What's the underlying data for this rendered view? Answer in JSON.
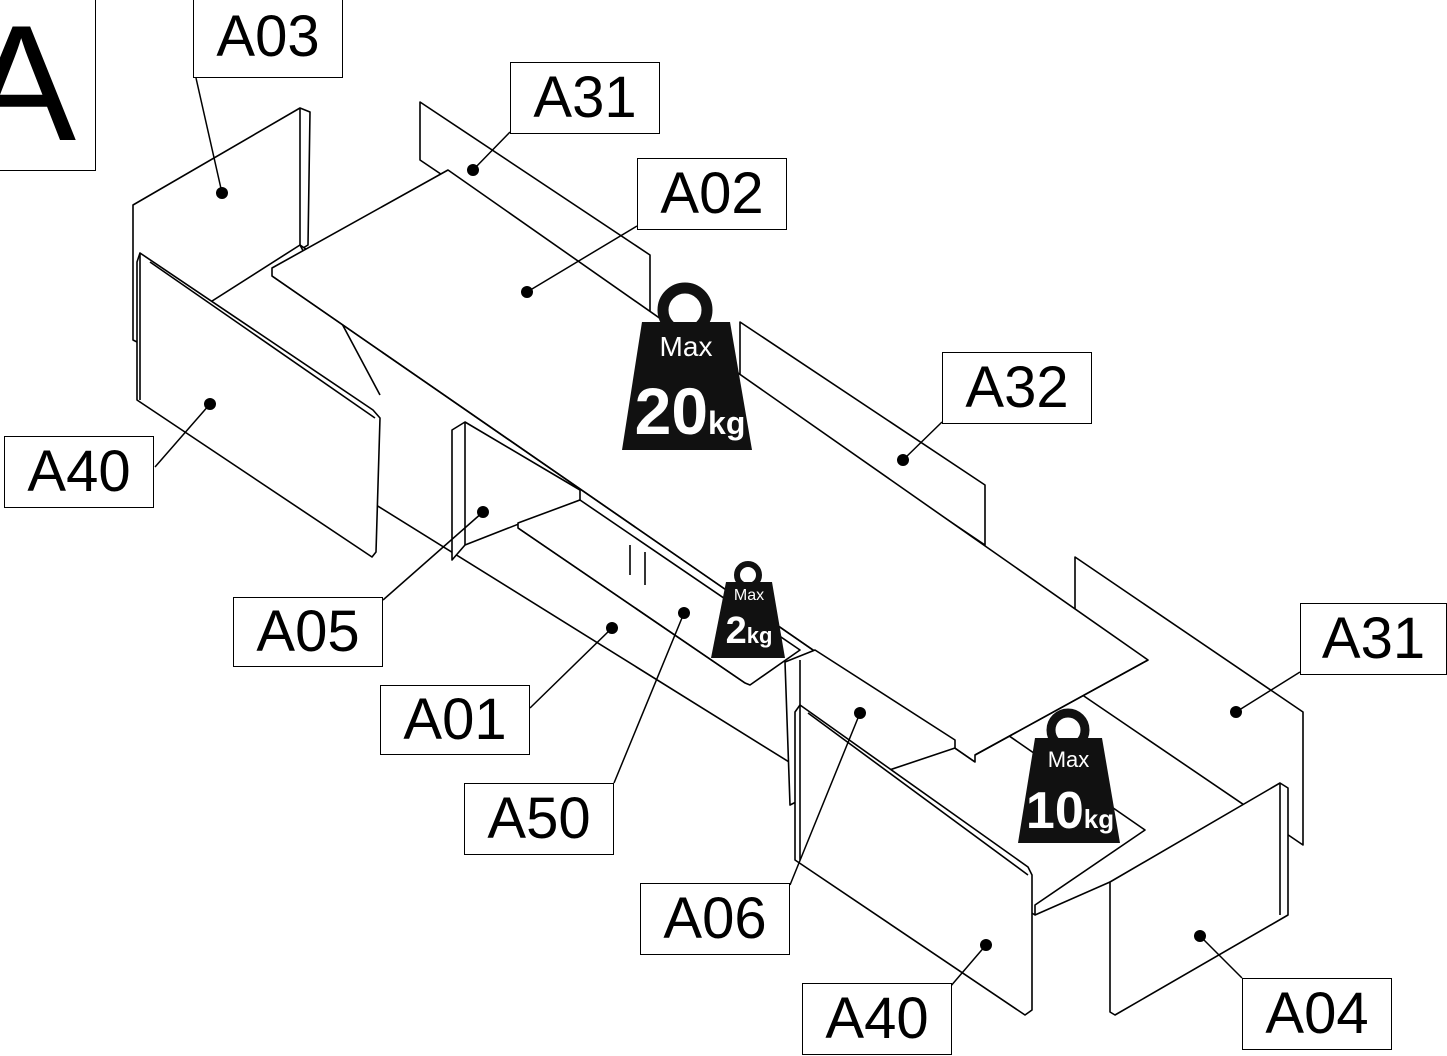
{
  "section": {
    "letter": "A"
  },
  "parts": [
    {
      "id": "A03"
    },
    {
      "id": "A31"
    },
    {
      "id": "A02"
    },
    {
      "id": "A32"
    },
    {
      "id": "A40"
    },
    {
      "id": "A05"
    },
    {
      "id": "A01"
    },
    {
      "id": "A50"
    },
    {
      "id": "A06"
    },
    {
      "id": "A31"
    },
    {
      "id": "A40"
    },
    {
      "id": "A04"
    }
  ],
  "weights": [
    {
      "prefix": "Max",
      "value": "20",
      "unit": "kg"
    },
    {
      "prefix": "Max",
      "value": "2",
      "unit": "kg"
    },
    {
      "prefix": "Max",
      "value": "10",
      "unit": "kg"
    }
  ],
  "colors": {
    "line": "#000000",
    "background": "#ffffff",
    "weight_fill": "#111111"
  }
}
